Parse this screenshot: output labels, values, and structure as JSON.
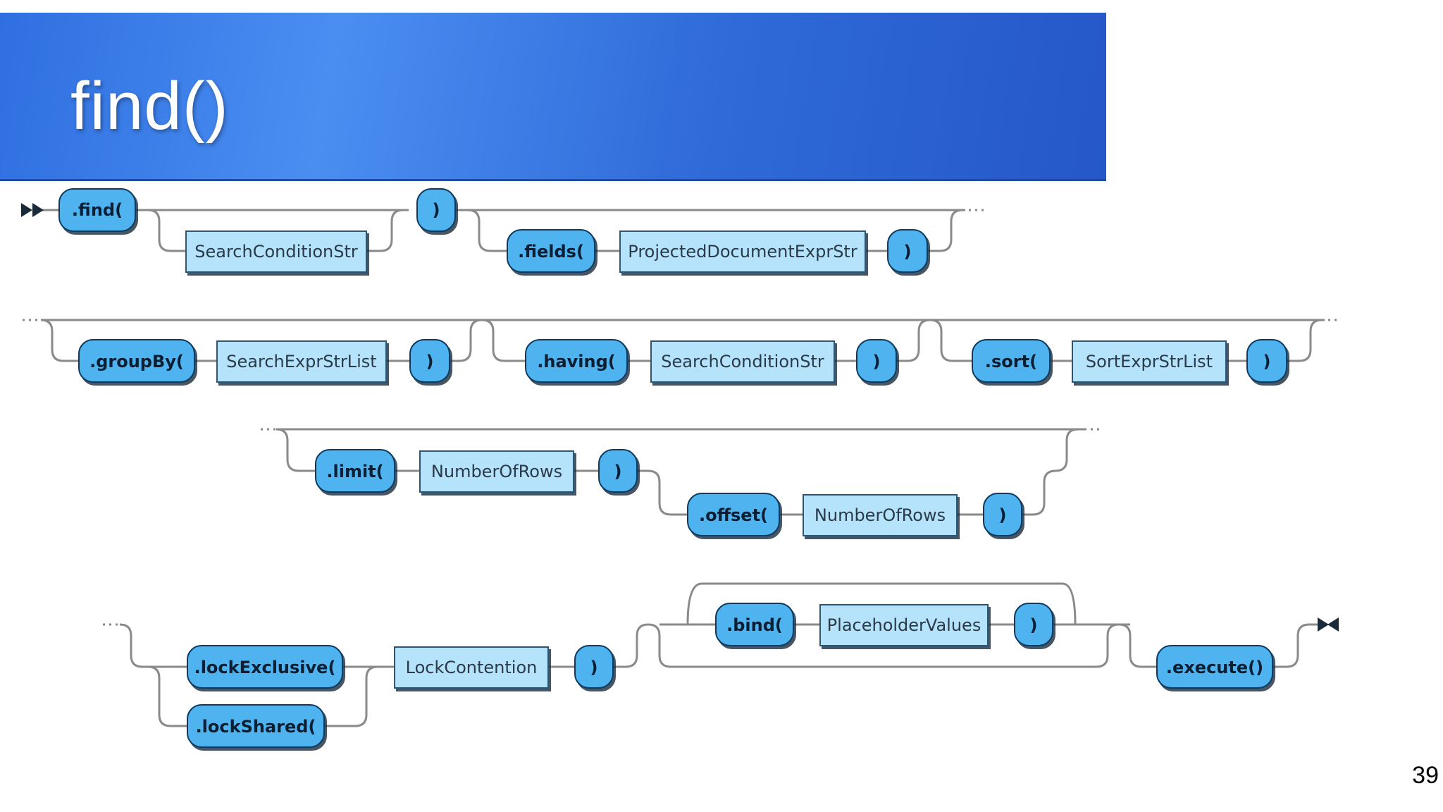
{
  "slide": {
    "title": "find()",
    "page_number": "39"
  },
  "diagram": {
    "row1": {
      "find": ".find(",
      "search_condition": "SearchConditionStr",
      "find_close": ")",
      "fields": ".fields(",
      "projected_doc": "ProjectedDocumentExprStr",
      "fields_close": ")"
    },
    "row2": {
      "groupby": ".groupBy(",
      "search_expr_list": "SearchExprStrList",
      "groupby_close": ")",
      "having": ".having(",
      "having_condition": "SearchConditionStr",
      "having_close": ")",
      "sort": ".sort(",
      "sort_expr_list": "SortExprStrList",
      "sort_close": ")"
    },
    "row3": {
      "limit": ".limit(",
      "limit_rows": "NumberOfRows",
      "limit_close": ")",
      "offset": ".offset(",
      "offset_rows": "NumberOfRows",
      "offset_close": ")"
    },
    "row4": {
      "bind": ".bind(",
      "placeholder_values": "PlaceholderValues",
      "bind_close": ")",
      "lock_exclusive": ".lockExclusive(",
      "lock_shared": ".lockShared(",
      "lock_contention": "LockContention",
      "lock_close": ")",
      "execute": ".execute()"
    }
  },
  "colors": {
    "banner": "#3a7ae6",
    "terminal_fill": "#4fb3f0",
    "nonterminal_fill": "#b4e3fb",
    "rail": "#8a8a8a"
  }
}
